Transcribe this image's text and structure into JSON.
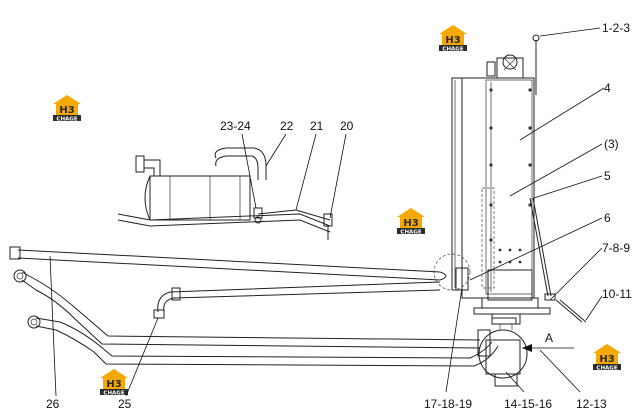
{
  "callouts": [
    {
      "id": "c1",
      "text": "1-2-3"
    },
    {
      "id": "c4",
      "text": "4"
    },
    {
      "id": "c3",
      "text": "(3)"
    },
    {
      "id": "c5",
      "text": "5"
    },
    {
      "id": "c6",
      "text": "6"
    },
    {
      "id": "c789",
      "text": "7-8-9"
    },
    {
      "id": "c1011",
      "text": "10-11"
    },
    {
      "id": "c1213",
      "text": "12-13"
    },
    {
      "id": "c141516",
      "text": "14-15-16"
    },
    {
      "id": "c171819",
      "text": "17-18-19"
    },
    {
      "id": "c25",
      "text": "25"
    },
    {
      "id": "c26",
      "text": "26"
    },
    {
      "id": "c2324",
      "text": "23-24"
    },
    {
      "id": "c22",
      "text": "22"
    },
    {
      "id": "c21",
      "text": "21"
    },
    {
      "id": "c20",
      "text": "20"
    }
  ],
  "view_marker": "A",
  "logo": {
    "mark": "H3",
    "text": "CHAGE"
  },
  "colors": {
    "logo_orange": "#f5a800",
    "logo_dark": "#2b2b2b",
    "line": "#222222"
  }
}
